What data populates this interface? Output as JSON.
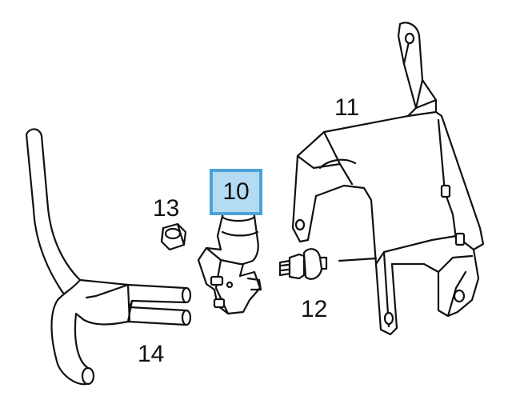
{
  "diagram": {
    "callouts": {
      "bracket": "11",
      "vacuum_valve": "10",
      "sensor": "12",
      "nut": "13",
      "hose": "14"
    },
    "highlighted_callout": "10",
    "highlight_fill": "#b3dcf3",
    "highlight_border": "#4aa3d8",
    "line_color": "#111111"
  }
}
